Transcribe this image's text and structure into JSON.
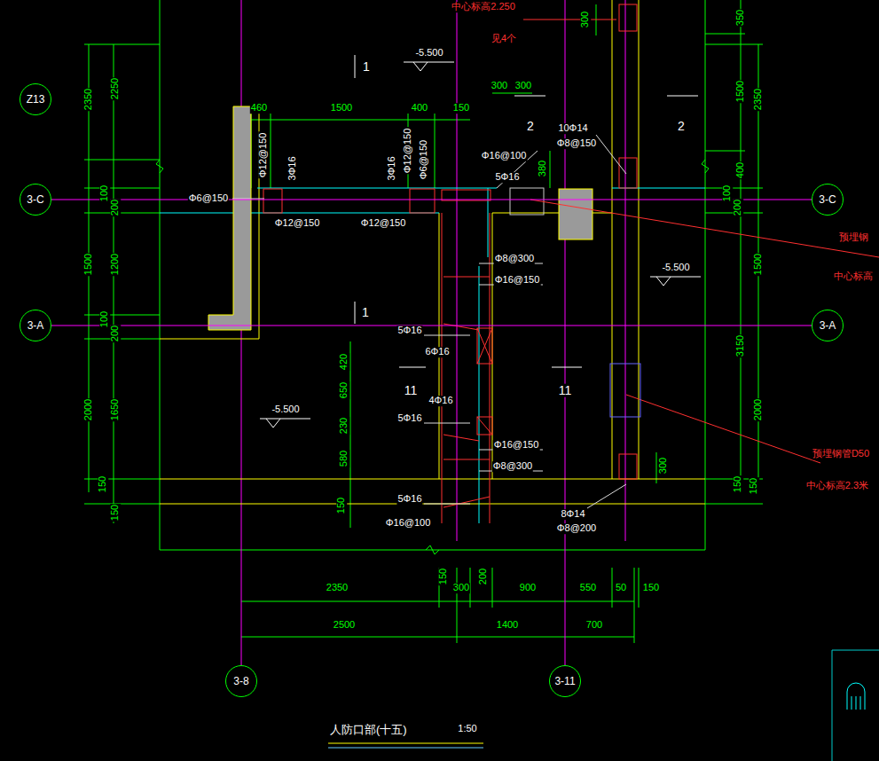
{
  "diagram": {
    "title": "人防口部(十五)",
    "nodes": [
      {
        "text": [
          "Z13"
        ]
      },
      {
        "text": [
          "3-C"
        ]
      },
      {
        "text": [
          "3-C"
        ]
      },
      {
        "text": [
          "3-A"
        ]
      },
      {
        "text": [
          "3-A"
        ]
      },
      {
        "text": [
          "3-8"
        ]
      },
      {
        "text": [
          "3-11"
        ]
      }
    ],
    "edges": [
      {
        "from": 1,
        "to": 2,
        "arrow": "none"
      },
      {
        "from": 3,
        "to": 4,
        "arrow": "none"
      }
    ],
    "labels": [
      "中心标高2.250",
      "见4个",
      "2350",
      "2250",
      "100",
      "200",
      "1500",
      "1200",
      "100",
      "200",
      "2000",
      "1650",
      "150",
      "150",
      "460",
      "1500",
      "400",
      "150",
      "300",
      "300",
      "300",
      "380",
      "350",
      "1500",
      "400",
      "100",
      "200",
      "3150",
      "150",
      "2350",
      "1500",
      "2000",
      "150",
      "Φ6@150",
      "Φ12@150",
      "3Φ16",
      "Φ12@150",
      "Φ12@150",
      "3Φ16",
      "Φ12@150",
      "Φ6@150",
      "Φ16@100",
      "5Φ16",
      "10Φ14",
      "Φ8@150",
      "Φ8@300",
      "Φ16@150",
      "5Φ16",
      "6Φ16",
      "4Φ16",
      "5Φ16",
      "Φ16@150",
      "Φ8@300",
      "5Φ16",
      "Φ16@100",
      "8Φ14",
      "Φ8@200",
      "1",
      "2",
      "2",
      "1",
      "11",
      "11",
      "-5.500",
      "-5.500",
      "-5.500",
      "420",
      "650",
      "230",
      "580",
      "150",
      "300",
      "2350",
      "150",
      "300",
      "200",
      "900",
      "550",
      "50",
      "150",
      "2500",
      "1400",
      "700",
      "预埋钢",
      "中心标高",
      "预埋钢管D50",
      "中心标高2.3米",
      "1:50"
    ]
  }
}
